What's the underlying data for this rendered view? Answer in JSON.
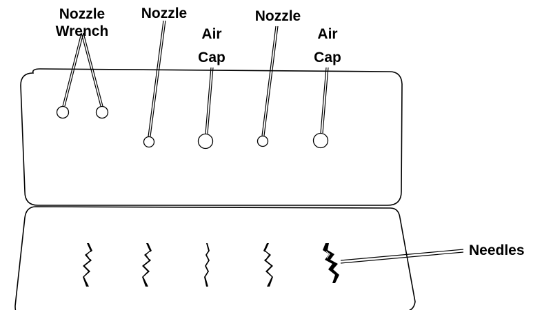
{
  "labels": {
    "nozzle_wrench_line1": "Nozzle",
    "nozzle_wrench_line2": "Wrench",
    "nozzle_1": "Nozzle",
    "air_cap_1_line1": "Air",
    "air_cap_1_line2": "Cap",
    "nozzle_2": "Nozzle",
    "air_cap_2_line1": "Air",
    "air_cap_2_line2": "Cap",
    "needles": "Needles"
  },
  "colors": {
    "stroke": "#000000",
    "background": "#ffffff"
  }
}
